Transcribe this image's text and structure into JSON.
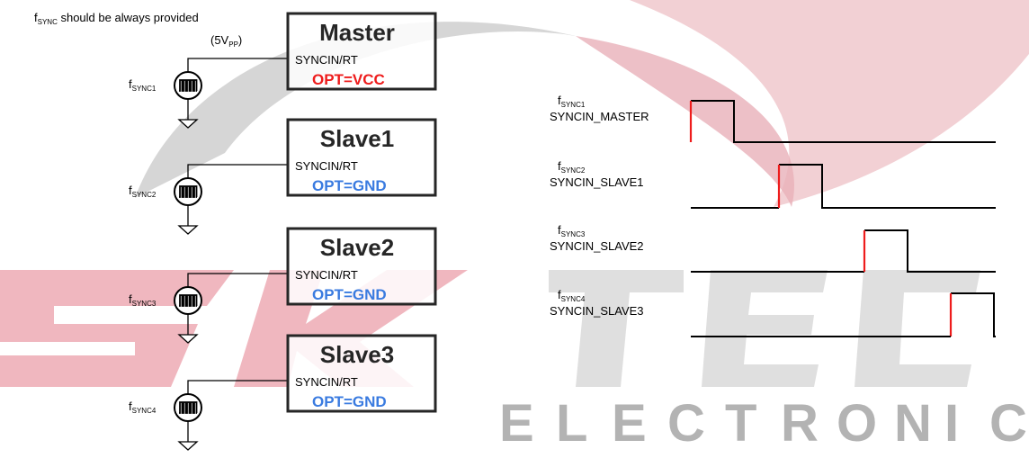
{
  "header": {
    "note_prefix": "f",
    "note_sub": "SYNC",
    "note_suffix": " should be always provided",
    "amp_prefix": "(5V",
    "amp_sub": "PP",
    "amp_suffix": ")"
  },
  "watermark": {
    "letters": [
      "E",
      "L",
      "E",
      "C",
      "T",
      "R",
      "O",
      "N",
      "I",
      "C"
    ]
  },
  "colors": {
    "red": "#ee1c1c",
    "blue": "#3a7be0",
    "black": "#000000",
    "watermark_red": "#e8a0aa",
    "watermark_gray": "#b3b3b3"
  },
  "sources": [
    {
      "label": "f",
      "sub": "SYNC1"
    },
    {
      "label": "f",
      "sub": "SYNC2"
    },
    {
      "label": "f",
      "sub": "SYNC3"
    },
    {
      "label": "f",
      "sub": "SYNC4"
    }
  ],
  "devices": [
    {
      "title": "Master",
      "pin": "SYNCIN/RT",
      "opt": "OPT=VCC",
      "opt_color": "red"
    },
    {
      "title": "Slave1",
      "pin": "SYNCIN/RT",
      "opt": "OPT=GND",
      "opt_color": "blue"
    },
    {
      "title": "Slave2",
      "pin": "SYNCIN/RT",
      "opt": "OPT=GND",
      "opt_color": "blue"
    },
    {
      "title": "Slave3",
      "pin": "SYNCIN/RT",
      "opt": "OPT=GND",
      "opt_color": "blue"
    }
  ],
  "waveforms": [
    {
      "label": "f",
      "sub": "SYNC1",
      "name": "SYNCIN_MASTER"
    },
    {
      "label": "f",
      "sub": "SYNC2",
      "name": "SYNCIN_SLAVE1"
    },
    {
      "label": "f",
      "sub": "SYNC3",
      "name": "SYNCIN_SLAVE2"
    },
    {
      "label": "f",
      "sub": "SYNC4",
      "name": "SYNCIN_SLAVE3"
    }
  ],
  "pulse_pattern": "square-wave-icon"
}
